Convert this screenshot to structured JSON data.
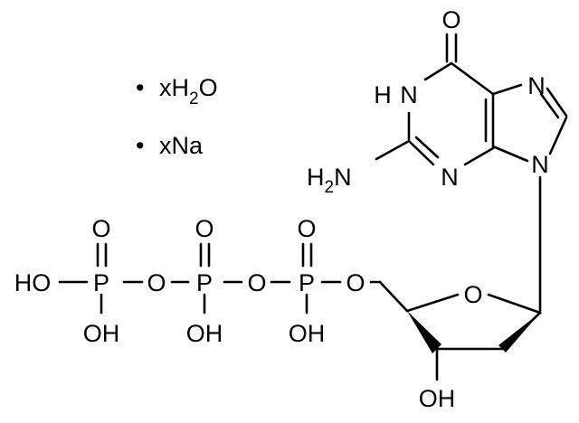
{
  "hydrate_formula": {
    "bullet": "•",
    "prefix": "xH",
    "subscript": "2",
    "suffix": "O"
  },
  "sodium_formula": {
    "bullet": "•",
    "text": "xNa"
  },
  "atoms": {
    "carbonyl_O": "O",
    "N1": "N",
    "N1_H": "H",
    "N3": "N",
    "N7": "N",
    "N9": "N",
    "amino": {
      "prefix": "H",
      "subscript": "2",
      "suffix": "N"
    },
    "ring_O": "O",
    "ribose_OH": "OH",
    "ester_O": "O",
    "P_gamma": "P",
    "P_beta": "P",
    "P_alpha": "P",
    "bridge_O1": "O",
    "bridge_O2": "O",
    "HO_terminal": "HO",
    "OH_gamma": "OH",
    "OH_beta": "OH",
    "OH_alpha": "OH",
    "O_gamma": "O",
    "O_beta": "O",
    "O_alpha": "O"
  }
}
